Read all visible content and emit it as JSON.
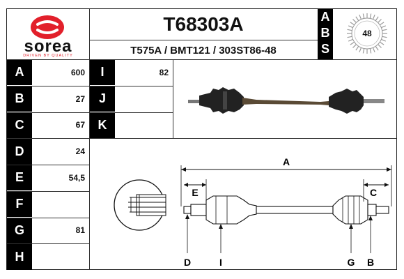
{
  "brand": {
    "name": "sorea",
    "tagline": "DRIVEN BY QUALITY",
    "logo_color": "#e2202b"
  },
  "header": {
    "part_number": "T68303A",
    "cross_refs": "T575A / BMT121 / 303ST86-48",
    "abs_letters": [
      "A",
      "B",
      "S"
    ],
    "abs_teeth": "48"
  },
  "dimensions": {
    "left": [
      {
        "letter": "A",
        "value": "600"
      },
      {
        "letter": "B",
        "value": "27"
      },
      {
        "letter": "C",
        "value": "67"
      },
      {
        "letter": "D",
        "value": "24"
      },
      {
        "letter": "E",
        "value": "54,5"
      },
      {
        "letter": "F",
        "value": ""
      },
      {
        "letter": "G",
        "value": "81"
      },
      {
        "letter": "H",
        "value": ""
      }
    ],
    "right": [
      {
        "letter": "I",
        "value": "82"
      },
      {
        "letter": "J",
        "value": ""
      },
      {
        "letter": "K",
        "value": ""
      }
    ]
  },
  "diagram": {
    "labels": {
      "A": "A",
      "B": "B",
      "C": "C",
      "D": "D",
      "E": "E",
      "G": "G",
      "I": "I"
    }
  }
}
